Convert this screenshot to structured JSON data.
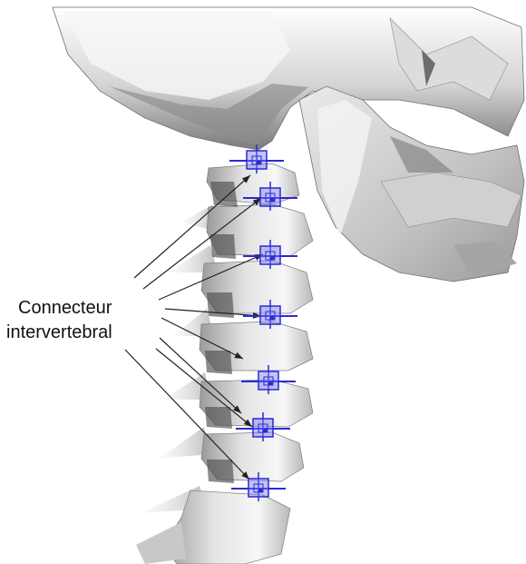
{
  "annotation": {
    "line1": "Connecteur",
    "line2": "intervertebral"
  },
  "colors": {
    "bone_light": "#f2f2f2",
    "bone_mid": "#c9c9c9",
    "bone_dark": "#8a8a8a",
    "connector_blue": "#2a2ad6",
    "connector_fill": "#7b7bf0",
    "arrow": "#222222"
  },
  "connectors": [
    {
      "name": "connector-c0-c1"
    },
    {
      "name": "connector-c1-c2"
    },
    {
      "name": "connector-c2-c3"
    },
    {
      "name": "connector-c3-c4"
    },
    {
      "name": "connector-c4-c5"
    },
    {
      "name": "connector-c5-c6"
    },
    {
      "name": "connector-c6-c7"
    }
  ]
}
